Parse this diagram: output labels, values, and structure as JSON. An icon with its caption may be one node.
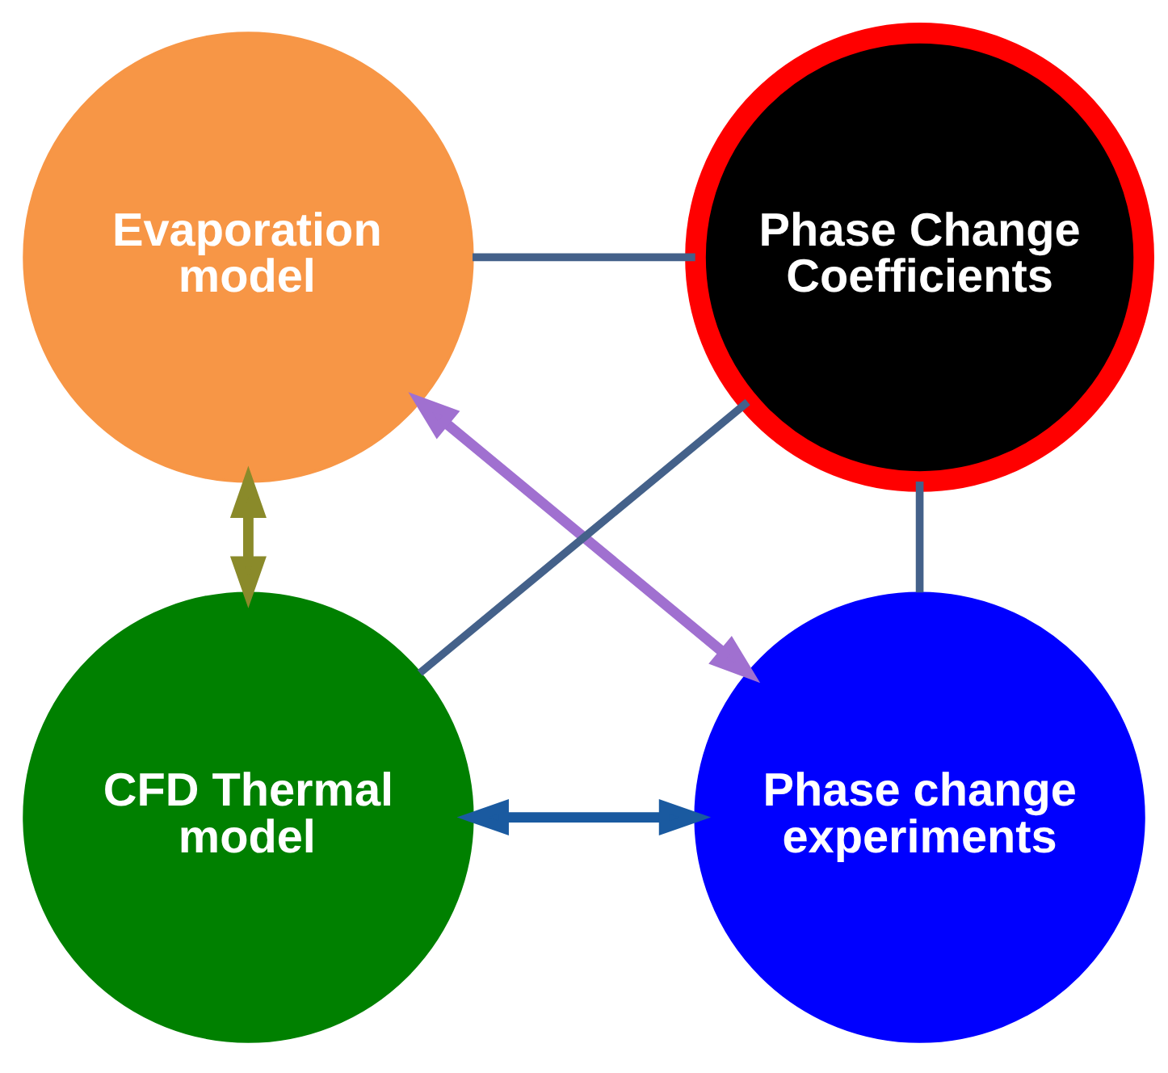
{
  "diagram": {
    "nodes": [
      {
        "text": [
          "Evaporation model"
        ]
      },
      {
        "text": [
          "Phase Change Coefficients"
        ]
      },
      {
        "text": [
          "CFD Thermal model"
        ]
      },
      {
        "text": [
          "Phase change experiments"
        ]
      }
    ],
    "edges": [
      {
        "from": 1,
        "to": 0,
        "arrow": "none",
        "color": "#44618a"
      },
      {
        "from": 0,
        "to": 2,
        "arrow": "both",
        "color": "#8a8a2a"
      },
      {
        "from": 0,
        "to": 3,
        "arrow": "both",
        "color": "#a070d0"
      },
      {
        "from": 1,
        "to": 2,
        "arrow": "none",
        "color": "#44618a"
      },
      {
        "from": 1,
        "to": 3,
        "arrow": "none",
        "color": "#44618a"
      },
      {
        "from": 2,
        "to": 3,
        "arrow": "both",
        "color": "#1a5aa0"
      }
    ]
  }
}
